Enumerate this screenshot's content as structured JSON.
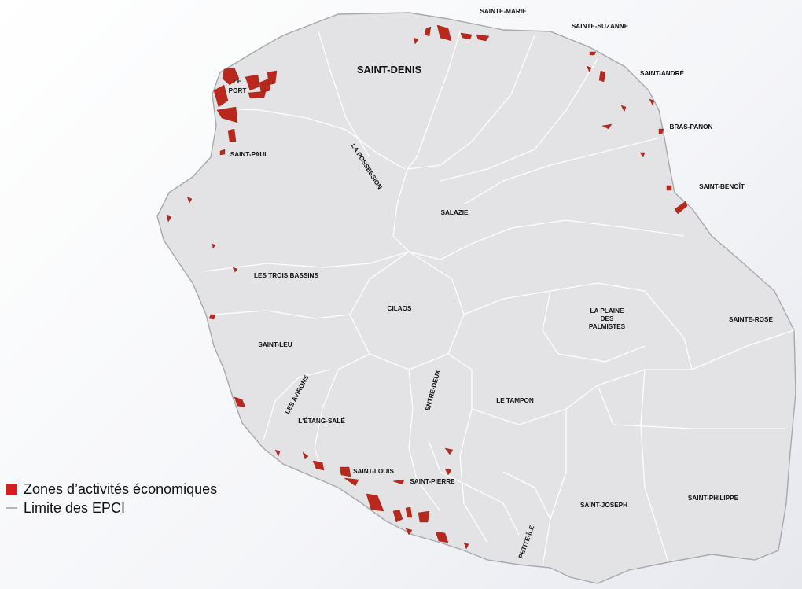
{
  "labels": {
    "saint_denis": "SAINT-DENIS",
    "sainte_marie": "SAINTE-MARIE",
    "sainte_suzanne": "SAINTE-SUZANNE",
    "saint_andre": "SAINT-ANDRÉ",
    "bras_panon": "BRAS-PANON",
    "saint_benoit": "SAINT-BENOÎT",
    "le_port_1": "LE",
    "le_port_2": "PORT",
    "saint_paul": "SAINT-PAUL",
    "la_possession": "LA POSSESSION",
    "salazie": "SALAZIE",
    "les_trois_bassins": "LES TROIS BASSINS",
    "cilaos": "CILAOS",
    "la_plaine_1": "LA PLAINE",
    "la_plaine_2": "DES",
    "la_plaine_3": "PALMISTES",
    "sainte_rose": "SAINTE-ROSE",
    "saint_leu": "SAINT-LEU",
    "les_avirons": "LES AVIRONS",
    "entre_deux": "ENTRE-DEUX",
    "le_tampon": "LE TAMPON",
    "l_etang_sale": "L'ÉTANG-SALÉ",
    "saint_louis": "SAINT-LOUIS",
    "saint_pierre": "SAINT-PIERRE",
    "saint_joseph": "SAINT-JOSEPH",
    "saint_philippe": "SAINT-PHILIPPE",
    "petite_ile": "PETITE-ÎLE"
  },
  "legend": {
    "zones_label": "Zones d’activités économiques",
    "limit_label": "Limite des EPCI",
    "zones_color": "#d21f1f",
    "limit_color": "#b5b5ba"
  },
  "colors": {
    "island": "#e3e3e5",
    "zone": "#b9281c"
  }
}
